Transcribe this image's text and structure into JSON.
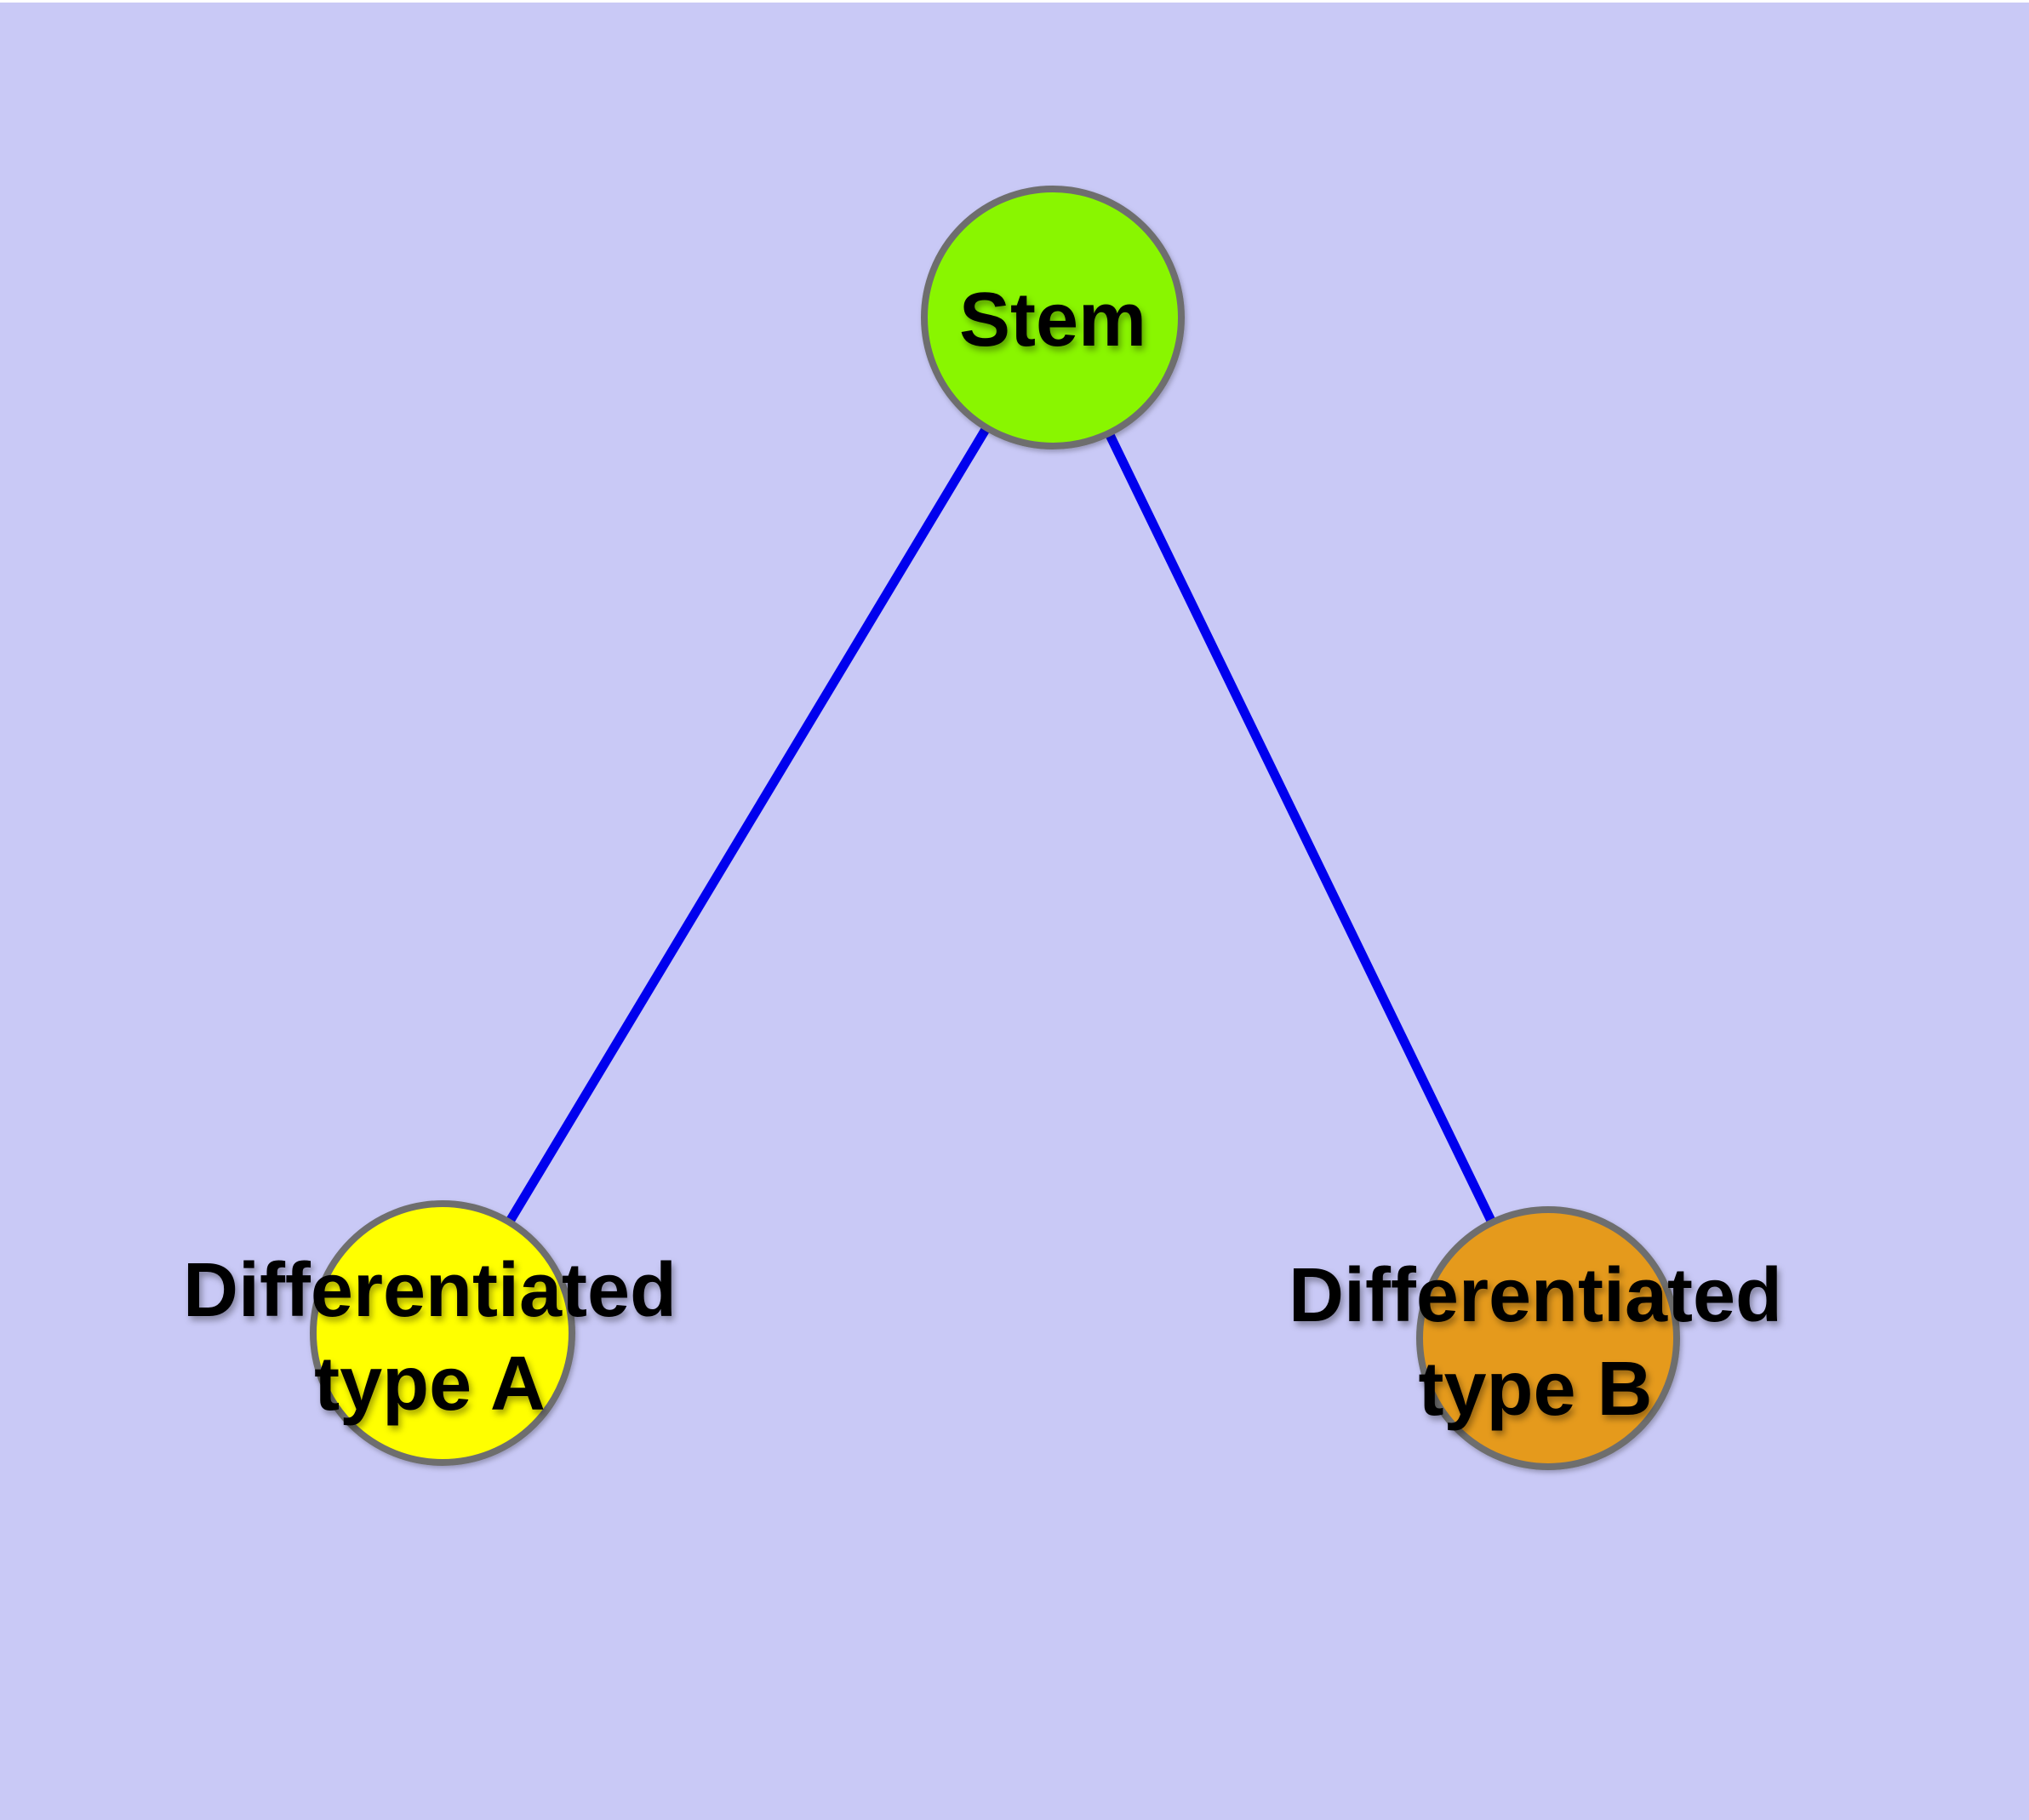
{
  "colors": {
    "background": "#C9C9F6",
    "top_margin": "#FFFFFF",
    "stem_fill": "#89F600",
    "type_a_fill": "#FFFF00",
    "type_b_fill": "#E59A1E",
    "node_border": "#6E6E6E",
    "edge": "#0000EE",
    "label_text": "#000000"
  },
  "diagram": {
    "title": "stem cell differentiation graph",
    "nodes": [
      {
        "id": "stem",
        "label": "Stem"
      },
      {
        "id": "differentiated-type-a",
        "label_line1": "Differentiated",
        "label_line2": "type A"
      },
      {
        "id": "differentiated-type-b",
        "label_line1": "Differentiated",
        "label_line2": "type B"
      }
    ],
    "edges": [
      {
        "from": "stem",
        "to": "differentiated-type-a"
      },
      {
        "from": "stem",
        "to": "differentiated-type-b"
      }
    ]
  }
}
